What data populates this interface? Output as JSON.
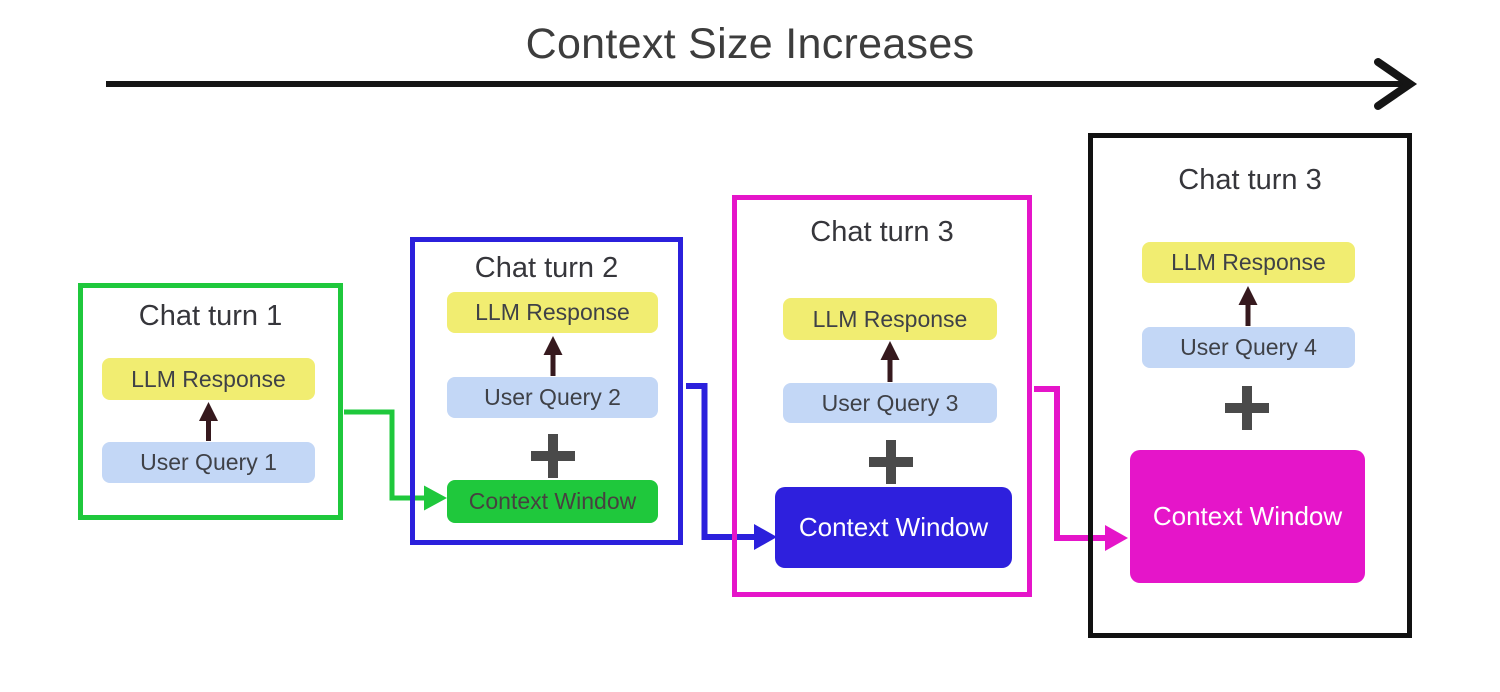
{
  "diagram_title": "Context Size Increases",
  "palette": {
    "green": "#1fc83c",
    "blue": "#2b20dc",
    "magenta": "#e515c9",
    "black": "#111111",
    "yellow_pill": "#f1ed71",
    "light_blue_pill": "#c3d7f6",
    "up_arrow": "#36191e",
    "plus_gray": "#4a4a4a",
    "title_text": "#3d3d3d",
    "label_text": "#3f4147",
    "background": "#ffffff"
  },
  "turns": [
    {
      "title": "Chat turn 1",
      "llm_response": "LLM Response",
      "user_query": "User Query 1",
      "border_color": "#1fc83c"
    },
    {
      "title": "Chat turn 2",
      "llm_response": "LLM Response",
      "user_query": "User Query 2",
      "plus": "+",
      "context_window": "Context Window",
      "border_color": "#2b20dc",
      "context_window_color": "#1fc83c"
    },
    {
      "title": "Chat turn 3",
      "llm_response": "LLM Response",
      "user_query": "User Query 3",
      "plus": "+",
      "context_window": "Context Window",
      "border_color": "#e515c9",
      "context_window_color": "#2e20dd"
    },
    {
      "title": "Chat turn 3",
      "llm_response": "LLM Response",
      "user_query": "User Query 4",
      "plus": "+",
      "context_window": "Context Window",
      "border_color": "#111111",
      "context_window_color": "#e515c9"
    }
  ]
}
